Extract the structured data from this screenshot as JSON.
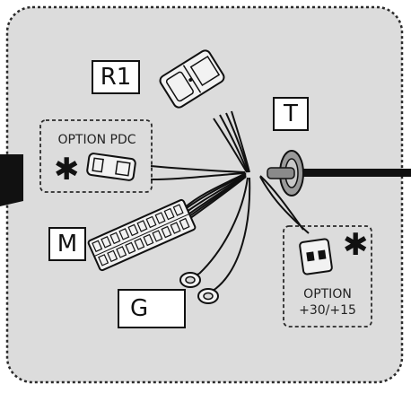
{
  "labels": {
    "r1": "R1",
    "t": "T",
    "m": "M",
    "g": "G"
  },
  "options": {
    "pdc": "OPTION PDC",
    "power_line1": "OPTION",
    "power_line2": "+30/+15"
  },
  "markers": {
    "pdc_star": "✱",
    "power_star": "✱"
  },
  "colors": {
    "panel_fill": "#dcdcdc",
    "panel_border": "#2a2a2a",
    "wire": "#111111",
    "connector_fill": "#f2f2f2",
    "grommet": "#8a8a8a"
  },
  "icons": [
    "ground-symbol-icon",
    "asterisk-icon"
  ]
}
